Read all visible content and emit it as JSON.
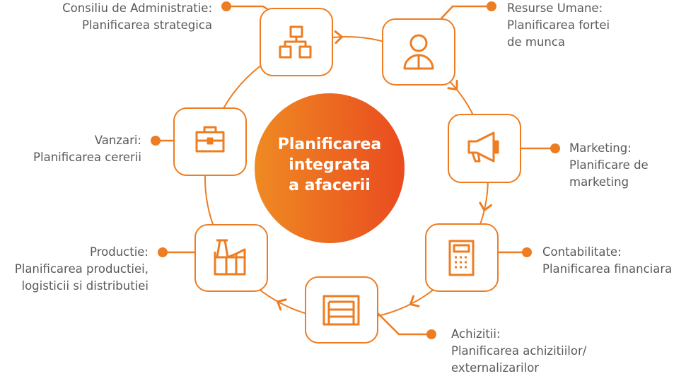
{
  "title": [
    "Planificarea",
    "integrata",
    "a afacerii"
  ],
  "colors": {
    "accent": "#ee7d22",
    "gradient_start": "#ef8a22",
    "gradient_end": "#e94b1f",
    "text": "#5a5a5a"
  },
  "nodes": [
    {
      "id": "consiliu",
      "icon": "org-chart-icon",
      "lines": [
        "Consiliu de Administratie:",
        "Planificarea strategica"
      ]
    },
    {
      "id": "resurse",
      "icon": "person-tie-icon",
      "lines": [
        "Resurse Umane:",
        "Planificarea fortei",
        "de munca"
      ]
    },
    {
      "id": "marketing",
      "icon": "megaphone-icon",
      "lines": [
        "Marketing:",
        "Planificare de",
        "marketing"
      ]
    },
    {
      "id": "contabilitate",
      "icon": "calculator-icon",
      "lines": [
        "Contabilitate:",
        "Planificarea financiara"
      ]
    },
    {
      "id": "achizitii",
      "icon": "warehouse-icon",
      "lines": [
        "Achizitii:",
        "Planificarea achizitiilor/",
        "externalizarilor"
      ]
    },
    {
      "id": "productie",
      "icon": "factory-icon",
      "lines": [
        "Productie:",
        "Planificarea productiei,",
        "logisticii si distributiei"
      ]
    },
    {
      "id": "vanzari",
      "icon": "briefcase-icon",
      "lines": [
        "Vanzari:",
        "Planificarea cererii"
      ]
    }
  ]
}
